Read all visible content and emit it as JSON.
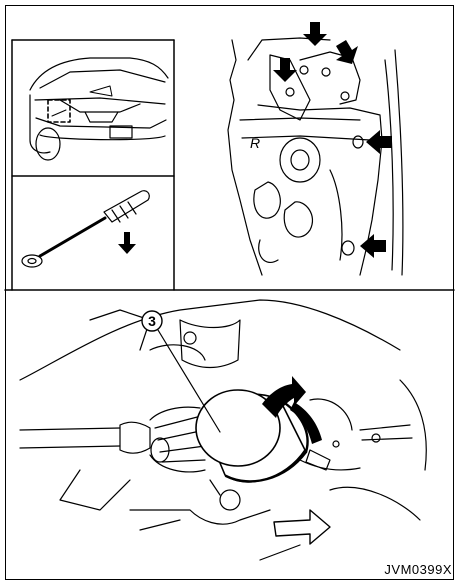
{
  "figure": {
    "code": "JVM0399X",
    "callout_number": "3",
    "panel_letter": "R"
  },
  "colors": {
    "line": "#000000",
    "background": "#ffffff"
  }
}
